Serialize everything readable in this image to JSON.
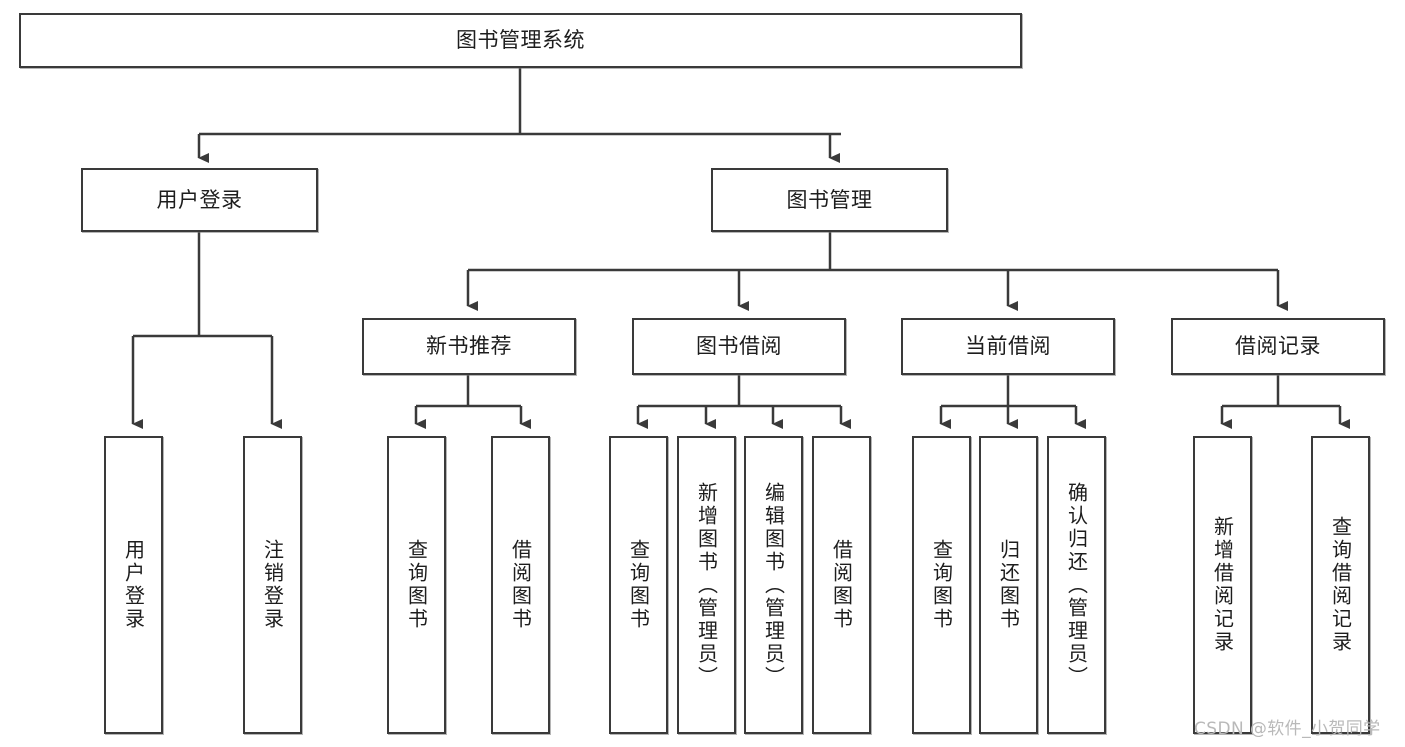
{
  "diagram": {
    "title": "图书管理系统",
    "watermark": "CSDN @软件_小贺同学",
    "levels": {
      "root": {
        "label": "图书管理系统"
      },
      "level1": [
        {
          "label": "用户登录"
        },
        {
          "label": "图书管理"
        }
      ],
      "level2": [
        {
          "label": "新书推荐"
        },
        {
          "label": "图书借阅"
        },
        {
          "label": "当前借阅"
        },
        {
          "label": "借阅记录"
        }
      ],
      "leaves": {
        "user_login": [
          {
            "label": "用户登录"
          },
          {
            "label": "注销登录"
          }
        ],
        "new_book_recommend": [
          {
            "label": "查询图书"
          },
          {
            "label": "借阅图书"
          }
        ],
        "book_borrow": [
          {
            "label": "查询图书"
          },
          {
            "label": "新增图书（管理员）"
          },
          {
            "label": "编辑图书（管理员）"
          },
          {
            "label": "借阅图书"
          }
        ],
        "current_borrow": [
          {
            "label": "查询图书"
          },
          {
            "label": "归还图书"
          },
          {
            "label": "确认归还（管理员）"
          }
        ],
        "borrow_record": [
          {
            "label": "新增借阅记录"
          },
          {
            "label": "查询借阅记录"
          }
        ]
      }
    },
    "colors": {
      "stroke": "#3a3a3a",
      "fill": "#ffffff",
      "text": "#1d1d1d",
      "watermark": "#b9b9b9"
    }
  }
}
